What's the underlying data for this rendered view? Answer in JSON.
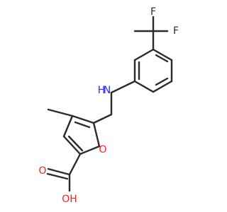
{
  "molecule": {
    "atom_labels": {
      "f_top": "F",
      "f_right": "F",
      "nh": "H",
      "n": "N",
      "o_ring": "O",
      "o_acid": "O",
      "oh": "OH"
    },
    "colors": {
      "bond": "#2b2b2b",
      "oxygen": "#ff1f1f",
      "nitrogen": "#2727ff",
      "fluorine": "#2b2b2b"
    }
  }
}
